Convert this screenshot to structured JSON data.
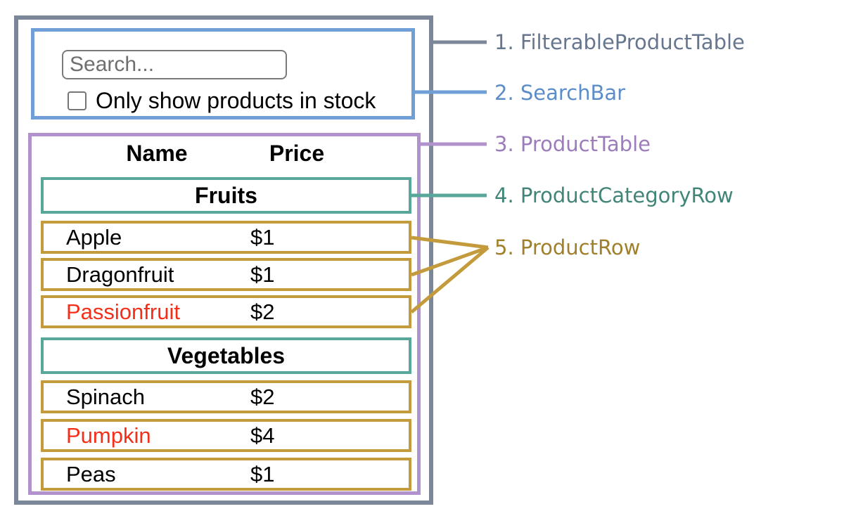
{
  "colors": {
    "slate-border": "#7b8699",
    "slate-text": "#67768f",
    "blue-border": "#6f9fd6",
    "blue-text": "#5d8dc7",
    "purple-border": "#b192cd",
    "purple-text": "#9c7cbc",
    "teal-border": "#58a79a",
    "teal-text": "#418578",
    "gold-border": "#c49b3c",
    "gold-text": "#a0802a",
    "red": "#f42f19"
  },
  "search_bar": {
    "placeholder": "Search...",
    "checkbox_label": "Only show products in stock",
    "checkbox_checked": false
  },
  "product_table": {
    "headers": {
      "name": "Name",
      "price": "Price"
    },
    "sections": [
      {
        "category": "Fruits",
        "rows": [
          {
            "name": "Apple",
            "price": "$1",
            "in_stock": true
          },
          {
            "name": "Dragonfruit",
            "price": "$1",
            "in_stock": true
          },
          {
            "name": "Passionfruit",
            "price": "$2",
            "in_stock": false
          }
        ]
      },
      {
        "category": "Vegetables",
        "rows": [
          {
            "name": "Spinach",
            "price": "$2",
            "in_stock": true
          },
          {
            "name": "Pumpkin",
            "price": "$4",
            "in_stock": false
          },
          {
            "name": "Peas",
            "price": "$1",
            "in_stock": true
          }
        ]
      }
    ]
  },
  "legend": {
    "labels": [
      {
        "text": "1. FilterableProductTable"
      },
      {
        "text": "2. SearchBar"
      },
      {
        "text": "3. ProductTable"
      },
      {
        "text": "4. ProductCategoryRow"
      },
      {
        "text": "5. ProductRow"
      }
    ]
  }
}
